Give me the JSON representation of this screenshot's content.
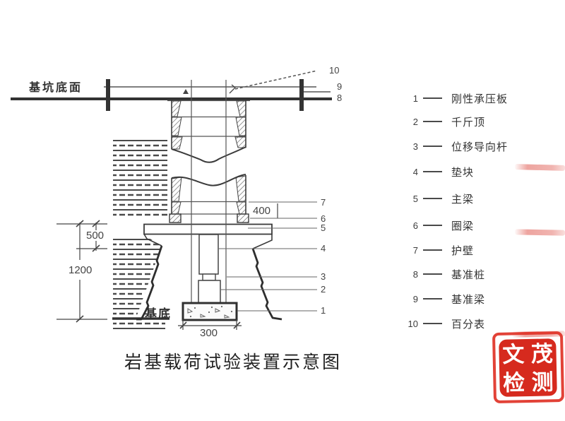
{
  "title": "岩基载荷试验装置示意图",
  "diagram": {
    "surface_label": "基坑底面",
    "base_label": "基底",
    "dimensions": {
      "d400": "400",
      "d500": "500",
      "d1200": "1200",
      "d300": "300"
    },
    "callouts": {
      "top": [
        "10",
        "9",
        "8"
      ],
      "right": [
        "7",
        "6",
        "5",
        "4",
        "3",
        "2",
        "1"
      ]
    }
  },
  "legend": {
    "items": [
      {
        "num": "1",
        "label": "刚性承压板"
      },
      {
        "num": "2",
        "label": "千斤顶"
      },
      {
        "num": "3",
        "label": "位移导向杆"
      },
      {
        "num": "4",
        "label": "垫块"
      },
      {
        "num": "5",
        "label": "主梁"
      },
      {
        "num": "6",
        "label": "圈梁"
      },
      {
        "num": "7",
        "label": "护壁"
      },
      {
        "num": "8",
        "label": "基准桩"
      },
      {
        "num": "9",
        "label": "基准梁"
      },
      {
        "num": "10",
        "label": "百分表"
      }
    ]
  },
  "stamp": {
    "chars": [
      "文",
      "茂",
      "检",
      "测"
    ]
  },
  "colors": {
    "line": "#3a3a3a",
    "stamp_red": "#d62a1e"
  }
}
